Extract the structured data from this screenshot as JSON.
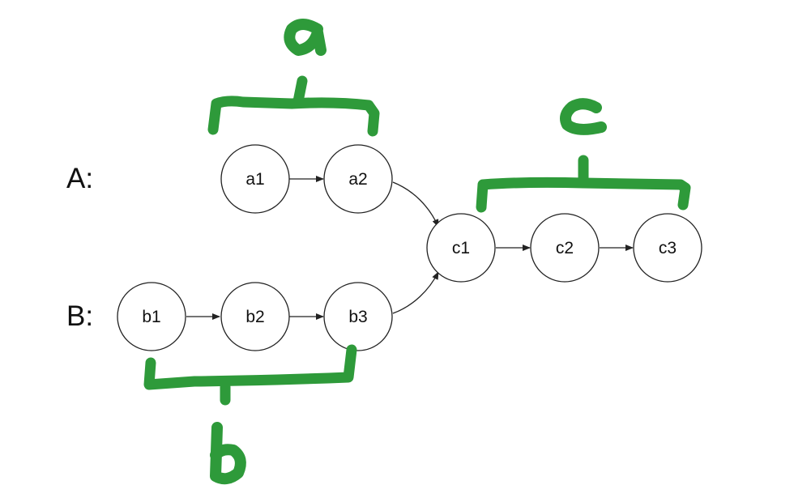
{
  "colors": {
    "annotation": "#2e9a3a",
    "stroke": "#222222",
    "text": "#111111",
    "node_fill": "#ffffff"
  },
  "rows": {
    "a_label": "A:",
    "b_label": "B:"
  },
  "nodes": {
    "a1": "a1",
    "a2": "a2",
    "b1": "b1",
    "b2": "b2",
    "b3": "b3",
    "c1": "c1",
    "c2": "c2",
    "c3": "c3"
  },
  "edges": [
    [
      "a1",
      "a2"
    ],
    [
      "a2",
      "c1"
    ],
    [
      "b1",
      "b2"
    ],
    [
      "b2",
      "b3"
    ],
    [
      "b3",
      "c1"
    ],
    [
      "c1",
      "c2"
    ],
    [
      "c2",
      "c3"
    ]
  ],
  "annotations": {
    "a": "a",
    "b": "b",
    "c": "c"
  }
}
